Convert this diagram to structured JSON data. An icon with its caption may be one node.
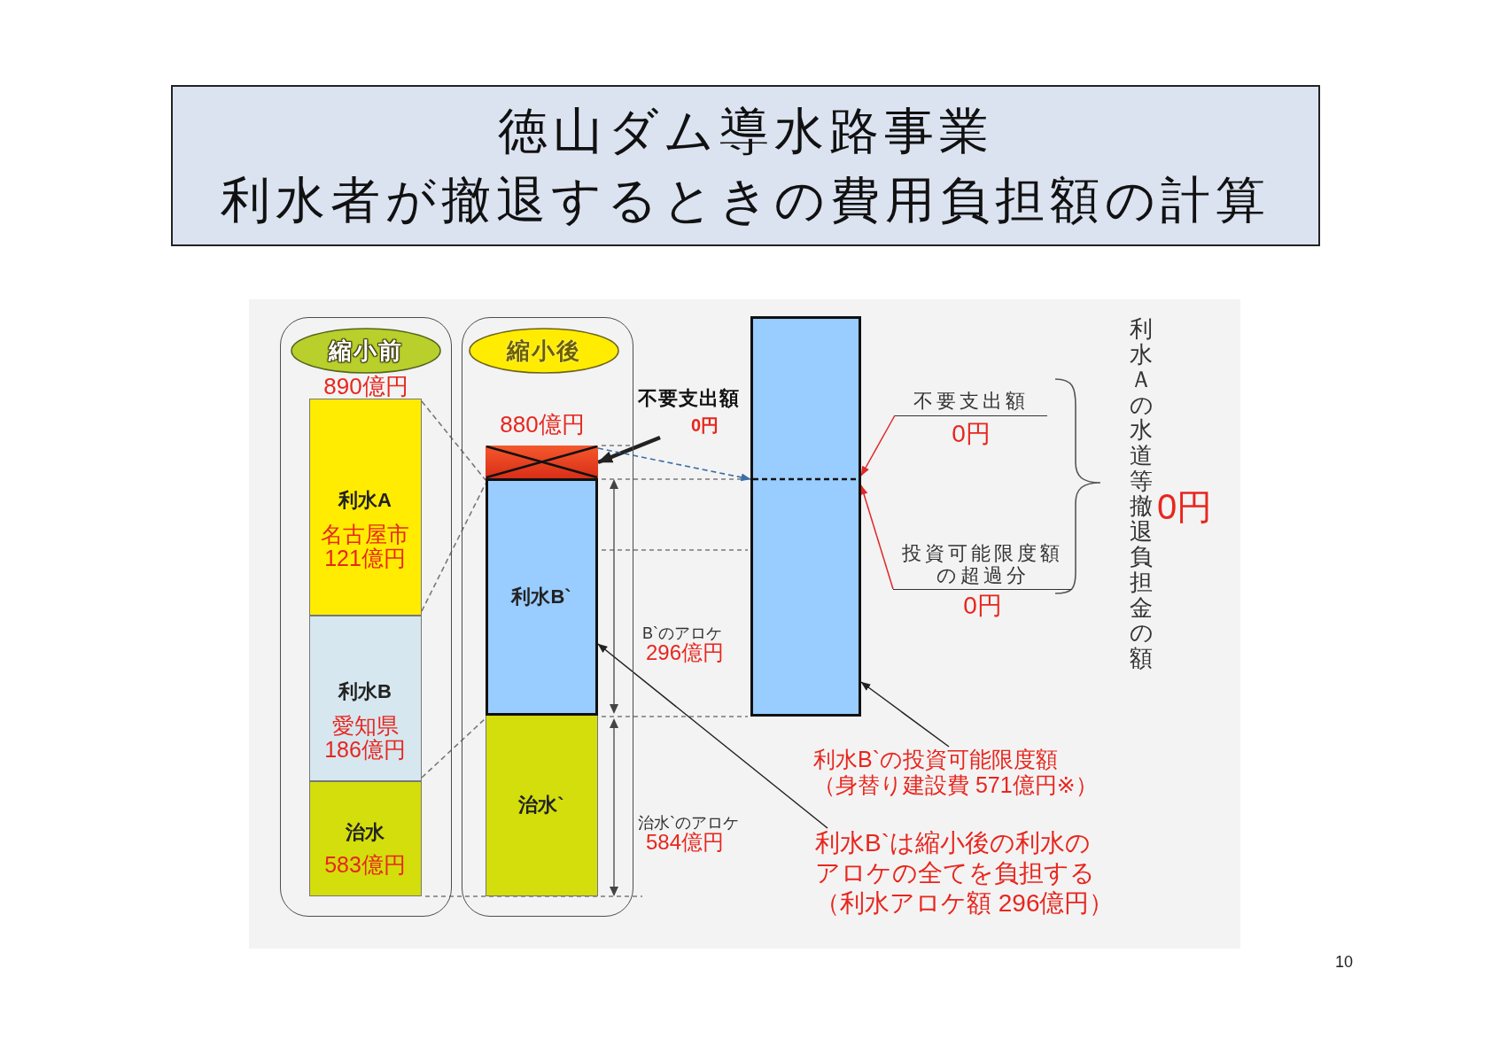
{
  "diagram": {
    "title": "徳山ダム導水路事業利水者が撤退するときの費用負担額の計算",
    "nodes": [
      {
        "text": [],
        "shape": "box"
      },
      {
        "text": [
          "縮小前"
        ],
        "in": 0
      },
      {
        "text": [
          "利水A",
          "名古屋市 121億円"
        ],
        "in": 0
      },
      {
        "text": [
          "利水B",
          "愛知県 186億円"
        ],
        "in": 0
      },
      {
        "text": [
          "治水",
          "583億円"
        ],
        "in": 0
      },
      {
        "text": [],
        "shape": "box"
      },
      {
        "text": [
          "縮小後"
        ],
        "in": 5
      },
      {
        "text": [],
        "shape": "bar",
        "in": 5
      },
      {
        "text": [
          "利水B`"
        ],
        "in": 5
      },
      {
        "text": [
          "治水`"
        ],
        "in": 5
      },
      {
        "text": [
          "不要支出額",
          "0円"
        ]
      },
      {
        "text": [],
        "shape": "bar"
      },
      {
        "text": [
          "不要支出額",
          "0円"
        ]
      },
      {
        "text": [
          "投資可能限度額の超過分",
          "0円"
        ]
      },
      {
        "text": [
          "利水B`の投資可能限度額",
          "（身替り建設費 571億円※）"
        ]
      },
      {
        "text": [
          "利水B`は縮小後の利水のアロケの全てを負担する",
          "（利水アロケ額 296億円）"
        ]
      }
    ],
    "edges": [
      {
        "from": 2,
        "to": 8,
        "arrow": "none",
        "style": "dashed",
        "color": "#777777"
      },
      {
        "from": 2,
        "to": 8,
        "arrow": "none",
        "style": "dashed",
        "color": "#777777"
      },
      {
        "from": 3,
        "to": 9,
        "arrow": "none",
        "style": "dashed",
        "color": "#777777"
      },
      {
        "from": 10,
        "to": 7,
        "arrow": "to",
        "style": "thick"
      },
      {
        "from": 7,
        "to": 11,
        "arrow": "to",
        "style": "dashed",
        "color": "#3b6ea8"
      },
      {
        "from": 12,
        "to": 11,
        "arrow": "to",
        "color": "#e0282a"
      },
      {
        "from": 13,
        "to": 11,
        "arrow": "to",
        "color": "#e0282a"
      },
      {
        "from": 14,
        "to": 11,
        "arrow": "to"
      },
      {
        "from": 15,
        "to": 8,
        "arrow": "to"
      }
    ],
    "labels": [
      "890億円",
      "880億円",
      "利水Ａの水道等撤退負担金の額",
      "0円",
      "B`のアロケ",
      "296億円",
      "治水`のアロケ",
      "584億円",
      "10"
    ]
  }
}
